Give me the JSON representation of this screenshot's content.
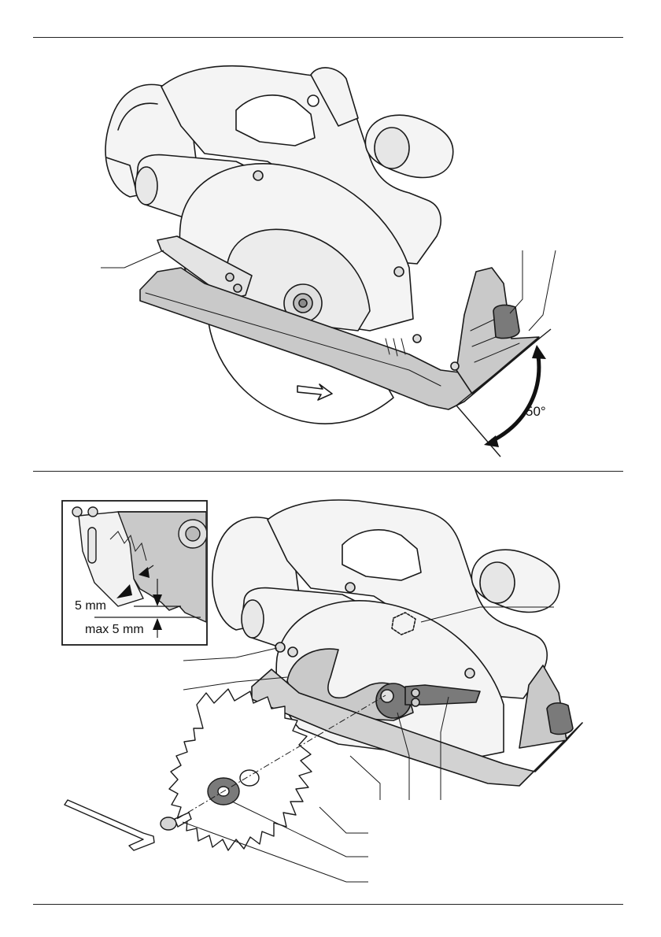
{
  "figure_top": {
    "bevel_angle_label": "50°"
  },
  "figure_bottom": {
    "inset": {
      "clearance_label": "5 mm",
      "max_label": "max  5 mm"
    }
  },
  "colors": {
    "line": "#1a1a1a",
    "body": "#f4f4f4",
    "shade": "#c9c9c9",
    "dark": "#7a7a7a",
    "guard": "#d6d6d6"
  }
}
